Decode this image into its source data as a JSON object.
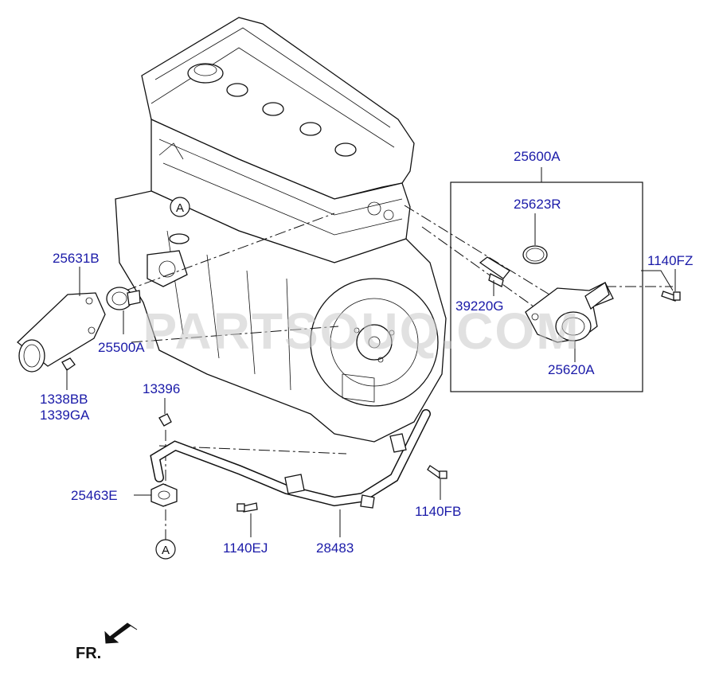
{
  "watermark": "PARTSOUQ.COM",
  "reference_marks": [
    "A",
    "A"
  ],
  "direction": {
    "label": "FR.",
    "arrow_icon": "arrow-left-down-icon"
  },
  "part_labels": {
    "assembly": "25600A",
    "o_ring": "25623R",
    "bolt_fz": "1140FZ",
    "sensor": "39220G",
    "fitting": "25620A",
    "outlet": "25631B",
    "thermostat": "25500A",
    "nut": "1338BB",
    "nut2": "1339GA",
    "stud_nut": "13396",
    "gasket": "25463E",
    "bolt_fb": "1140FB",
    "bolt_ej": "1140EJ",
    "pipe": "28483"
  },
  "colors": {
    "label": "#1a1aa8",
    "line": "#111111",
    "watermark": "#c9c9c9"
  }
}
